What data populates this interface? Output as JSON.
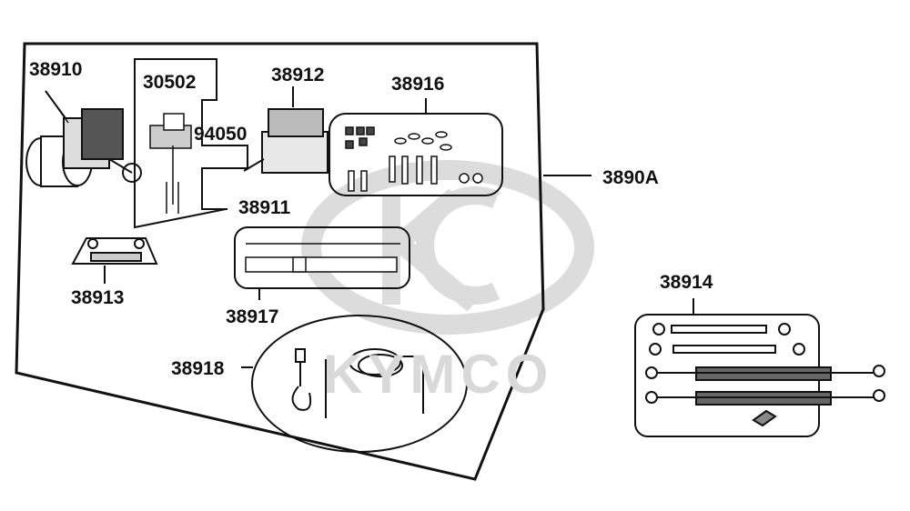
{
  "watermark": {
    "brand": "KYMCO"
  },
  "labels": {
    "winch": "38910",
    "part_30502": "30502",
    "part_94050": "94050",
    "solenoid": "38912",
    "hardware_kit": "38916",
    "wiring": "38911",
    "kit": "3890A",
    "fairlead": "38913",
    "part_38917": "38917",
    "hook_cable": "38918",
    "cables": "38914"
  }
}
